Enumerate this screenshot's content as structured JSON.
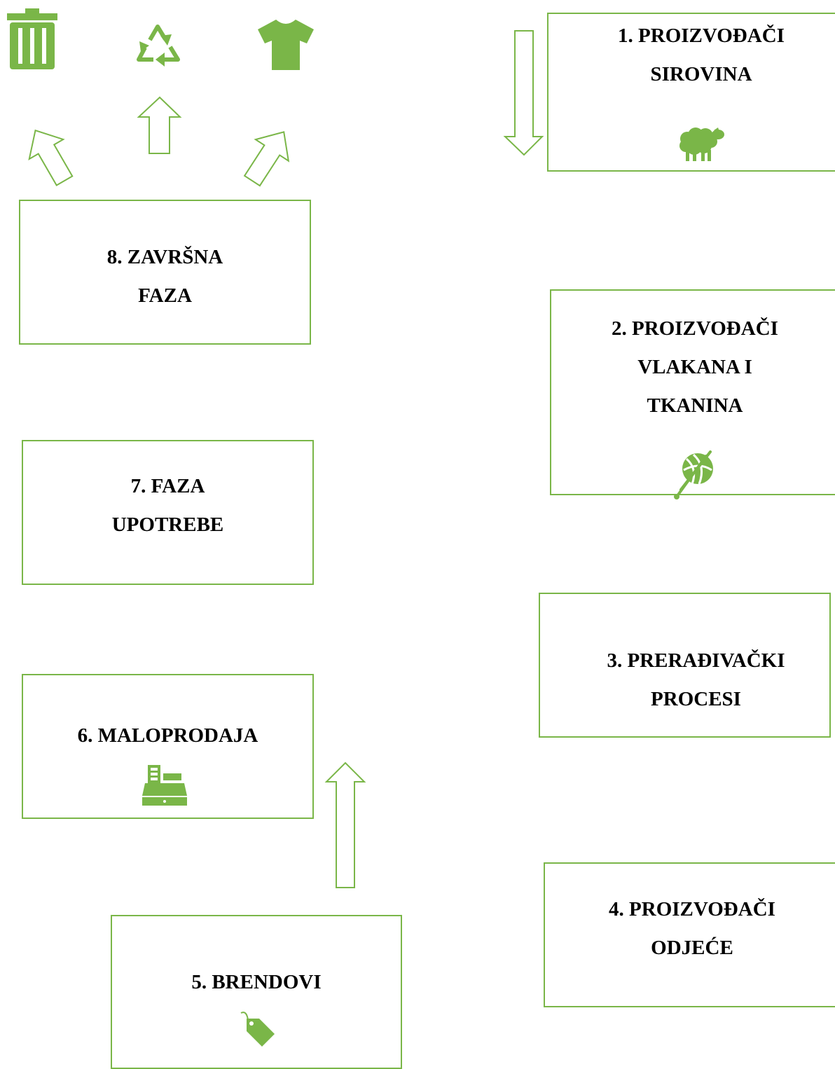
{
  "accent_color": "#7ab648",
  "stages": [
    {
      "label": "1. PROIZVOĐAČI\nSIROVINA",
      "icon": "sheep-icon"
    },
    {
      "label": "2. PROIZVOĐAČI\nVLAKANA I\nTKANINA",
      "icon": "yarn-ball-icon"
    },
    {
      "label": "3. PRERAĐIVAČKI\nPROCESI"
    },
    {
      "label": "4. PROIZVOĐAČI\nODJEĆE"
    },
    {
      "label": "5. BRENDOVI",
      "icon": "price-tag-icon"
    },
    {
      "label": "6. MALOPRODAJA",
      "icon": "cash-register-icon"
    },
    {
      "label": "7. FAZA\nUPOTREBE"
    },
    {
      "label": "8. ZAVRŠNA\nFAZA"
    }
  ],
  "end_of_life_icons": [
    "trash-can-icon",
    "recycle-icon",
    "t-shirt-icon"
  ]
}
